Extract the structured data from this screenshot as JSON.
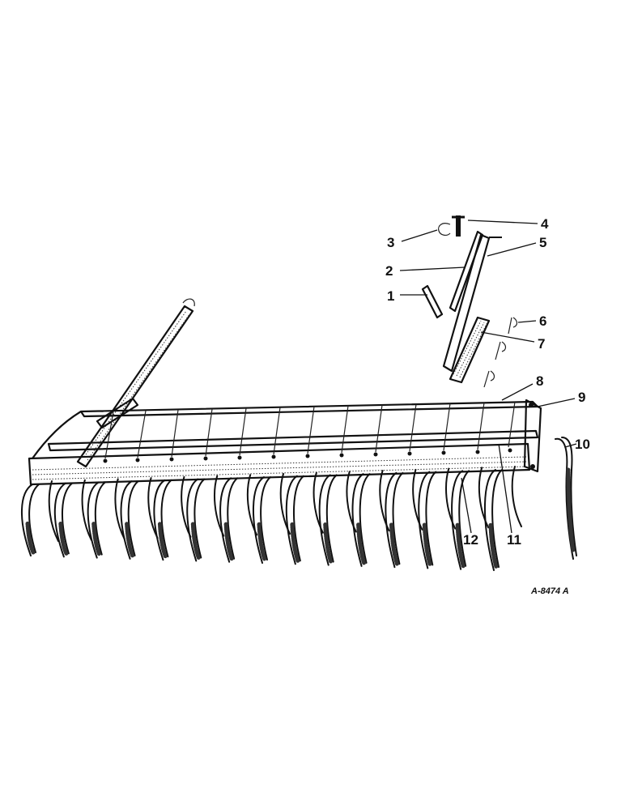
{
  "figure": {
    "reference_code": "A-8474 A"
  },
  "callouts": [
    {
      "id": "1",
      "label": "1"
    },
    {
      "id": "2",
      "label": "2"
    },
    {
      "id": "3",
      "label": "3"
    },
    {
      "id": "4",
      "label": "4"
    },
    {
      "id": "5",
      "label": "5"
    },
    {
      "id": "6",
      "label": "6"
    },
    {
      "id": "7",
      "label": "7"
    },
    {
      "id": "8",
      "label": "8"
    },
    {
      "id": "9",
      "label": "9"
    },
    {
      "id": "10",
      "label": "10"
    },
    {
      "id": "11",
      "label": "11"
    },
    {
      "id": "12",
      "label": "12"
    }
  ],
  "parts": {
    "rake_frame": "rake-frame",
    "handle": "rake-handle",
    "tine_count": 15
  },
  "colors": {
    "line": "#111111",
    "background": "#ffffff"
  }
}
